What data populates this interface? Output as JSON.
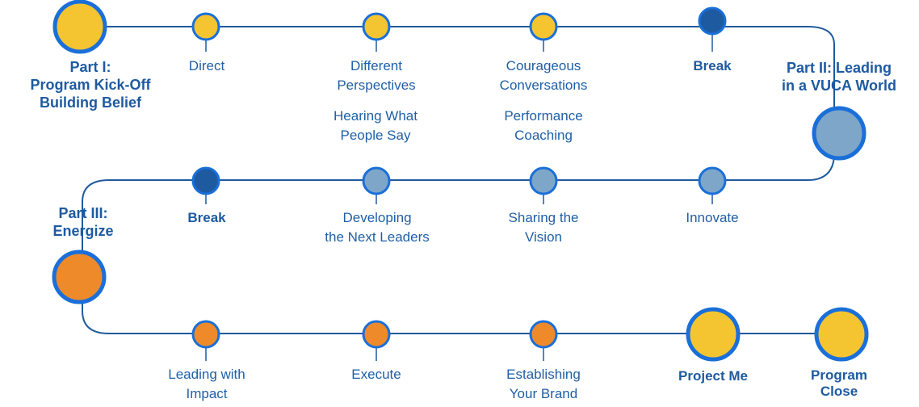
{
  "colors": {
    "track": "#1f5b9c",
    "ring": "#1a6fd9",
    "yellow": "#f5c431",
    "lightblue": "#7ea6c8",
    "darkblue": "#1e5aa0",
    "orange": "#ef8a2a",
    "text": "#1f5fa6"
  },
  "parts": {
    "part1": [
      "Part I:",
      "Program Kick-Off",
      "Building Belief"
    ],
    "part2": [
      "Part II: Leading",
      "in a VUCA World"
    ],
    "part3": [
      "Part III:",
      "Energize"
    ]
  },
  "row1": {
    "direct": [
      "Direct"
    ],
    "different_perspectives": [
      "Different",
      "Perspectives"
    ],
    "hearing": [
      "Hearing What",
      "People Say"
    ],
    "courageous": [
      "Courageous",
      "Conversations"
    ],
    "performance": [
      "Performance",
      "Coaching"
    ],
    "break": [
      "Break"
    ]
  },
  "row2": {
    "break": [
      "Break"
    ],
    "developing": [
      "Developing",
      "the Next Leaders"
    ],
    "sharing": [
      "Sharing the",
      "Vision"
    ],
    "innovate": [
      "Innovate"
    ]
  },
  "row3": {
    "leading": [
      "Leading with",
      "Impact"
    ],
    "execute": [
      "Execute"
    ],
    "brand": [
      "Establishing",
      "Your Brand"
    ],
    "project_me": [
      "Project Me"
    ],
    "program_close": [
      "Program",
      "Close"
    ]
  }
}
